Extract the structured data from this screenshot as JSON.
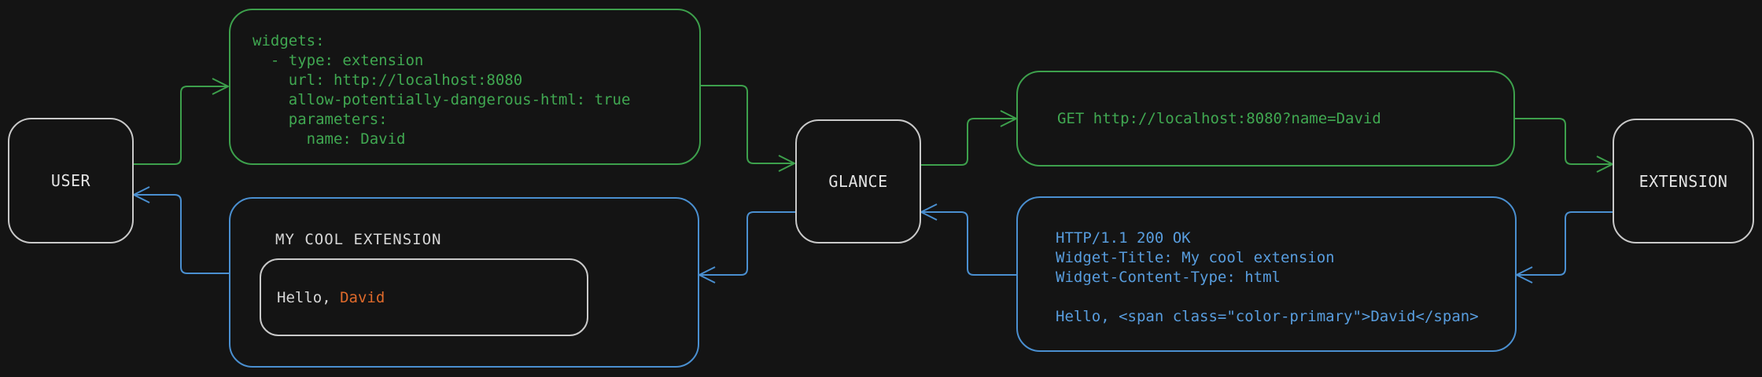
{
  "colors": {
    "background": "#141414",
    "green_border": "#3da04c",
    "green_text": "#40a851",
    "blue_border": "#4a8fd0",
    "blue_text": "#589dde",
    "orange": "#df6a2b",
    "node_border": "#c9c9c9",
    "light_text": "#d6d6d6",
    "node_text": "#e4e4e4"
  },
  "nodes": {
    "user": {
      "label": "USER"
    },
    "glance": {
      "label": "GLANCE"
    },
    "extension": {
      "label": "EXTENSION"
    }
  },
  "config_box": {
    "lines": [
      "widgets:",
      "  - type: extension",
      "    url: http://localhost:8080",
      "    allow-potentially-dangerous-html: true",
      "    parameters:",
      "      name: David"
    ]
  },
  "request_box": {
    "text": "GET http://localhost:8080?name=David"
  },
  "response_box": {
    "lines": [
      "HTTP/1.1 200 OK",
      "Widget-Title: My cool extension",
      "Widget-Content-Type: html",
      "",
      "Hello, <span class=\"color-primary\">David</span>"
    ]
  },
  "widget_box": {
    "title": "MY COOL EXTENSION",
    "greeting_prefix": "Hello, ",
    "greeting_name": "David"
  }
}
